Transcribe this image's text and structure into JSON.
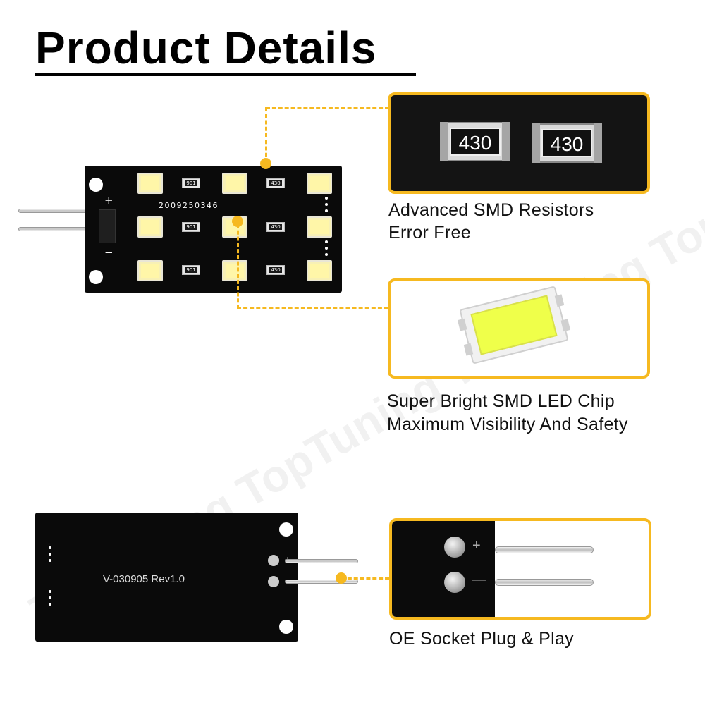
{
  "title": "Product Details",
  "board_front": {
    "serial": "2009250346",
    "plus_sign": "+",
    "minus_sign": "−",
    "resistor_codes": [
      "901",
      "430",
      "901",
      "430",
      "901",
      "430"
    ]
  },
  "resistor_panel": {
    "codes": [
      "430",
      "430"
    ],
    "caption_line1": "Advanced SMD Resistors",
    "caption_line2": "Error Free"
  },
  "led_panel": {
    "caption_line1": "Super Bright SMD LED Chip",
    "caption_line2": "Maximum Visibility And Safety"
  },
  "board_back": {
    "revision": "V-030905 Rev1.0",
    "plus_sign": "+",
    "minus_sign": "−"
  },
  "socket_panel": {
    "plus_sign": "+",
    "minus_sign": "—",
    "caption": "OE Socket Plug & Play"
  },
  "watermark": "TopTuning TopTuning TopTuning TopTuning",
  "colors": {
    "accent": "#f6b920",
    "pcb": "#0a0a0a",
    "led": "#fff6a8"
  }
}
